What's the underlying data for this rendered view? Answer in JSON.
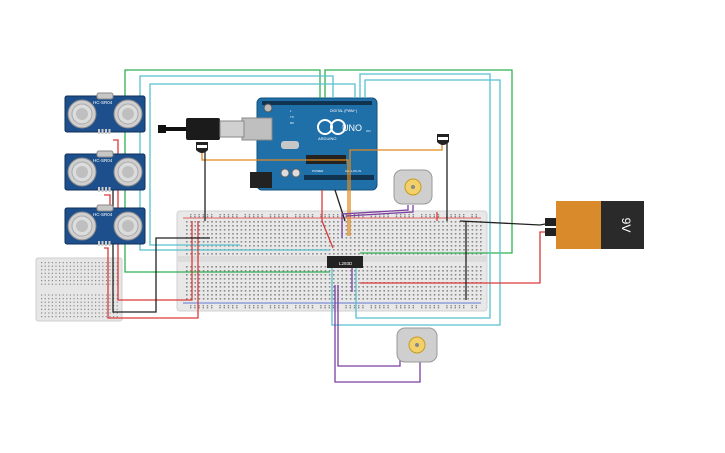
{
  "arduino": {
    "logo": "UNO",
    "brand": "ARDUINO",
    "header_digital": "DIGITAL (PWM~)",
    "label_power": "POWER",
    "label_analog": "ANALOG IN",
    "label_tx": "TX",
    "label_rx": "RX",
    "label_l": "L",
    "label_on": "ON"
  },
  "sensors": [
    {
      "label": "HC-SR04"
    },
    {
      "label": "HC-SR04"
    },
    {
      "label": "HC-SR04"
    }
  ],
  "driver_ic": {
    "label": "L293D"
  },
  "battery": {
    "label": "9V"
  },
  "colors": {
    "board_blue": "#1f6fa8",
    "sensor_blue": "#1d4f8c",
    "wire_green": "#2fb050",
    "wire_teal": "#58c0cf",
    "wire_red": "#d93a3a",
    "wire_black": "#222222",
    "wire_orange": "#e08a1e",
    "wire_purple": "#7b3fa0",
    "battery_orange": "#d98a2a",
    "breadboard": "#e8e8e8"
  },
  "icons": {
    "motor": "dc-motor-icon",
    "transistor": "transistor-icon",
    "usb": "usb-plug-icon"
  }
}
